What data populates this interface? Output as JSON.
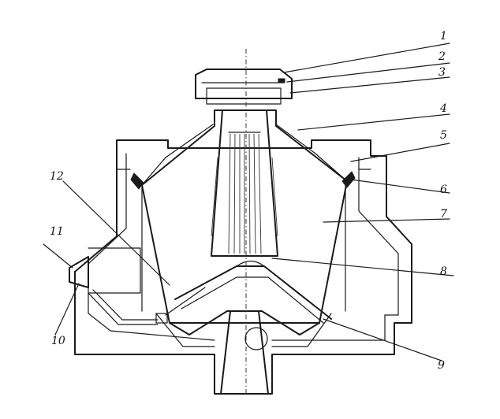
{
  "labels": {
    "p1": "1",
    "p2": "2",
    "p3": "3",
    "p4": "4",
    "p5": "5",
    "p6": "6",
    "p7": "7",
    "p8": "8",
    "p9": "9",
    "p10": "10",
    "p11": "11",
    "p12": "12"
  },
  "colors": {
    "line": "#1a1a1a",
    "background": "#ffffff"
  }
}
